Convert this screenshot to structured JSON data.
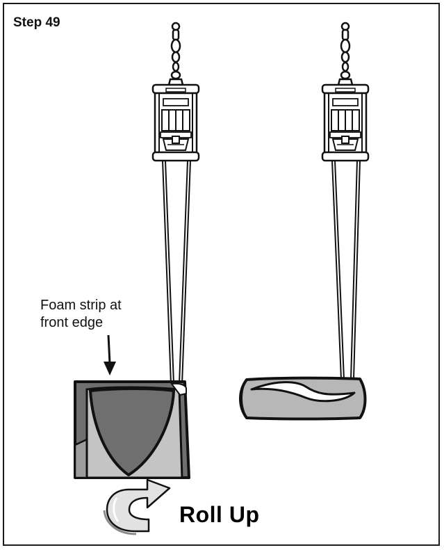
{
  "step": {
    "label": "Step 49"
  },
  "callout": {
    "line1": "Foam strip at",
    "line2": "front edge"
  },
  "action": {
    "label": "Roll Up"
  },
  "colors": {
    "stroke": "#111111",
    "pad_dark": "#6f6f6f",
    "pad_light": "#9d9d9d",
    "pad_lighter": "#c4c4c4",
    "roll_fill": "#b7b7b7",
    "arrow_fill": "#e2e2e2"
  },
  "icons": [
    "swivel-hook-icon",
    "rolling-frame-icon",
    "roll-up-arrow-icon",
    "pointer-arrow-icon"
  ]
}
